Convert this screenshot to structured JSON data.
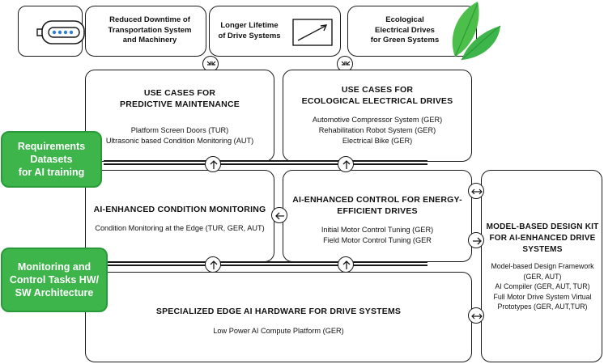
{
  "top": {
    "downtime": "Reduced Downtime of\nTransportation System\nand Machinery",
    "lifetime": "Longer Lifetime\nof Drive Systems",
    "ecological": "Ecological\nElectrical Drives\nfor Green Systems"
  },
  "predictive": {
    "title": "USE CASES FOR\nPREDICTIVE MAINTENANCE",
    "items": "Platform Screen Doors (TUR)\nUltrasonic based Condition Monitoring (AUT)"
  },
  "ecological_use": {
    "title": "USE CASES FOR\nECOLOGICAL ELECTRICAL DRIVES",
    "items": "Automotive Compressor System (GER)\nRehabilitation Robot System (GER)\nElectrical Bike (GER)"
  },
  "condition": {
    "title": "AI-ENHANCED CONDITION MONITORING",
    "items": "Condition Monitoring at the Edge (TUR, GER, AUT)"
  },
  "control": {
    "title": "AI-ENHANCED CONTROL FOR ENERGY-\nEFFICIENT DRIVES",
    "items": "Initial Motor Control Tuning (GER)\nField Motor Control Tuning (GER"
  },
  "hardware": {
    "title": "SPECIALIZED EDGE AI HARDWARE FOR DRIVE SYSTEMS",
    "items": "Low Power AI Compute Platform (GER)"
  },
  "design_kit": {
    "title": "MODEL-BASED DESIGN KIT\nFOR AI-ENHANCED DRIVE\nSYSTEMS",
    "items": "Model-based Design Framework\n(GER, AUT)\nAI Compiler (GER, AUT, TUR)\nFull Motor Drive System Virtual\nPrototypes (GER, AUT,TUR)"
  },
  "green": {
    "requirements": "Requirements\nDatasets\nfor AI training",
    "monitoring": "Monitoring and\nControl Tasks HW/\nSW Architecture"
  },
  "colors": {
    "green": "#3db54a",
    "green_border": "#2a9a38",
    "leaf": "#4cbf4a",
    "outline": "#1a1a1a",
    "robot_light": "#2f7fd6"
  },
  "icons": [
    "robot-icon",
    "chart-icon",
    "leaf-icon",
    "arrow-up-icon",
    "arrow-left-icon",
    "arrow-right-icon",
    "arrow-both-icon",
    "shrink-icon"
  ]
}
